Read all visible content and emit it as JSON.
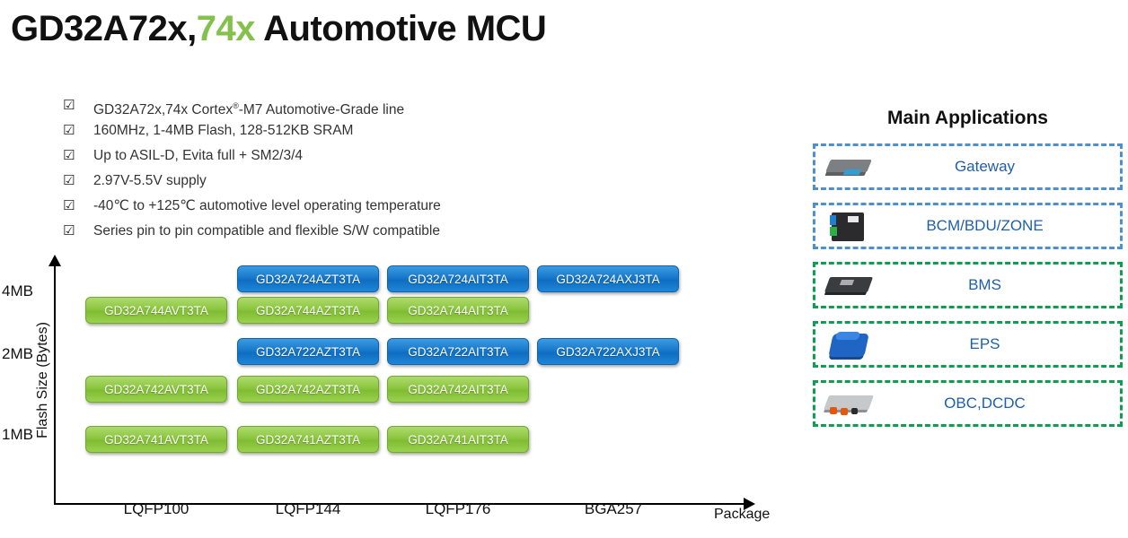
{
  "title": {
    "part1": "GD32A72x,",
    "accent": "74x",
    "part2": " Automotive MCU"
  },
  "features": {
    "check_glyph": "☑",
    "items": [
      {
        "pre": "GD32A72x,74x Cortex",
        "sup": "®",
        "post": "-M7 Automotive-Grade line"
      },
      {
        "pre": "160MHz, 1-4MB Flash, 128-512KB SRAM",
        "sup": "",
        "post": ""
      },
      {
        "pre": "Up to ASIL-D, Evita full + SM2/3/4",
        "sup": "",
        "post": ""
      },
      {
        "pre": "2.97V-5.5V supply",
        "sup": "",
        "post": ""
      },
      {
        "pre": "-40℃ to +125℃ automotive level operating temperature",
        "sup": "",
        "post": ""
      },
      {
        "pre": "Series pin to pin compatible and flexible S/W compatible",
        "sup": "",
        "post": ""
      }
    ]
  },
  "chart_data": {
    "type": "table",
    "title": "",
    "xlabel": "Package",
    "ylabel": "Flash Size (Bytes)",
    "categories": [
      "LQFP100",
      "LQFP144",
      "LQFP176",
      "BGA257"
    ],
    "ytick_labels": [
      "4MB",
      "2MB",
      "1MB"
    ],
    "grid": false,
    "legend": "",
    "colors": {
      "blue": "#1879CC",
      "green": "#8CC63F"
    },
    "cells": [
      {
        "label": "GD32A724AZT3TA",
        "color": "blue",
        "package": "LQFP144",
        "flash": "4MB",
        "col": 1,
        "row": 0
      },
      {
        "label": "GD32A724AIT3TA",
        "color": "blue",
        "package": "LQFP176",
        "flash": "4MB",
        "col": 2,
        "row": 0
      },
      {
        "label": "GD32A724AXJ3TA",
        "color": "blue",
        "package": "BGA257",
        "flash": "4MB",
        "col": 3,
        "row": 0
      },
      {
        "label": "GD32A744AVT3TA",
        "color": "green",
        "package": "LQFP100",
        "flash": "4MB",
        "col": 0,
        "row": 1
      },
      {
        "label": "GD32A744AZT3TA",
        "color": "green",
        "package": "LQFP144",
        "flash": "4MB",
        "col": 1,
        "row": 1
      },
      {
        "label": "GD32A744AIT3TA",
        "color": "green",
        "package": "LQFP176",
        "flash": "4MB",
        "col": 2,
        "row": 1
      },
      {
        "label": "GD32A722AZT3TA",
        "color": "blue",
        "package": "LQFP144",
        "flash": "2MB",
        "col": 1,
        "row": 2
      },
      {
        "label": "GD32A722AIT3TA",
        "color": "blue",
        "package": "LQFP176",
        "flash": "2MB",
        "col": 2,
        "row": 2
      },
      {
        "label": "GD32A722AXJ3TA",
        "color": "blue",
        "package": "BGA257",
        "flash": "2MB",
        "col": 3,
        "row": 2
      },
      {
        "label": "GD32A742AVT3TA",
        "color": "green",
        "package": "LQFP100",
        "flash": "2MB",
        "col": 0,
        "row": 3
      },
      {
        "label": "GD32A742AZT3TA",
        "color": "green",
        "package": "LQFP144",
        "flash": "2MB",
        "col": 1,
        "row": 3
      },
      {
        "label": "GD32A742AIT3TA",
        "color": "green",
        "package": "LQFP176",
        "flash": "2MB",
        "col": 2,
        "row": 3
      },
      {
        "label": "GD32A741AVT3TA",
        "color": "green",
        "package": "LQFP100",
        "flash": "1MB",
        "col": 0,
        "row": 4
      },
      {
        "label": "GD32A741AZT3TA",
        "color": "green",
        "package": "LQFP144",
        "flash": "1MB",
        "col": 1,
        "row": 4
      },
      {
        "label": "GD32A741AIT3TA",
        "color": "green",
        "package": "LQFP176",
        "flash": "1MB",
        "col": 2,
        "row": 4
      }
    ]
  },
  "applications": {
    "heading": "Main Applications",
    "cards": [
      {
        "label": "Gateway",
        "icon": "gateway-module-icon",
        "border": "blue",
        "border_color": "#4D90D0"
      },
      {
        "label": "BCM/BDU/ZONE",
        "icon": "bcm-module-icon",
        "border": "blue",
        "border_color": "#4D90D0"
      },
      {
        "label": "BMS",
        "icon": "bms-module-icon",
        "border": "green",
        "border_color": "#0F9D4F"
      },
      {
        "label": "EPS",
        "icon": "eps-module-icon",
        "border": "green",
        "border_color": "#0F9D4F"
      },
      {
        "label": "OBC,DCDC",
        "icon": "obc-module-icon",
        "border": "green",
        "border_color": "#0F9D4F"
      }
    ]
  }
}
